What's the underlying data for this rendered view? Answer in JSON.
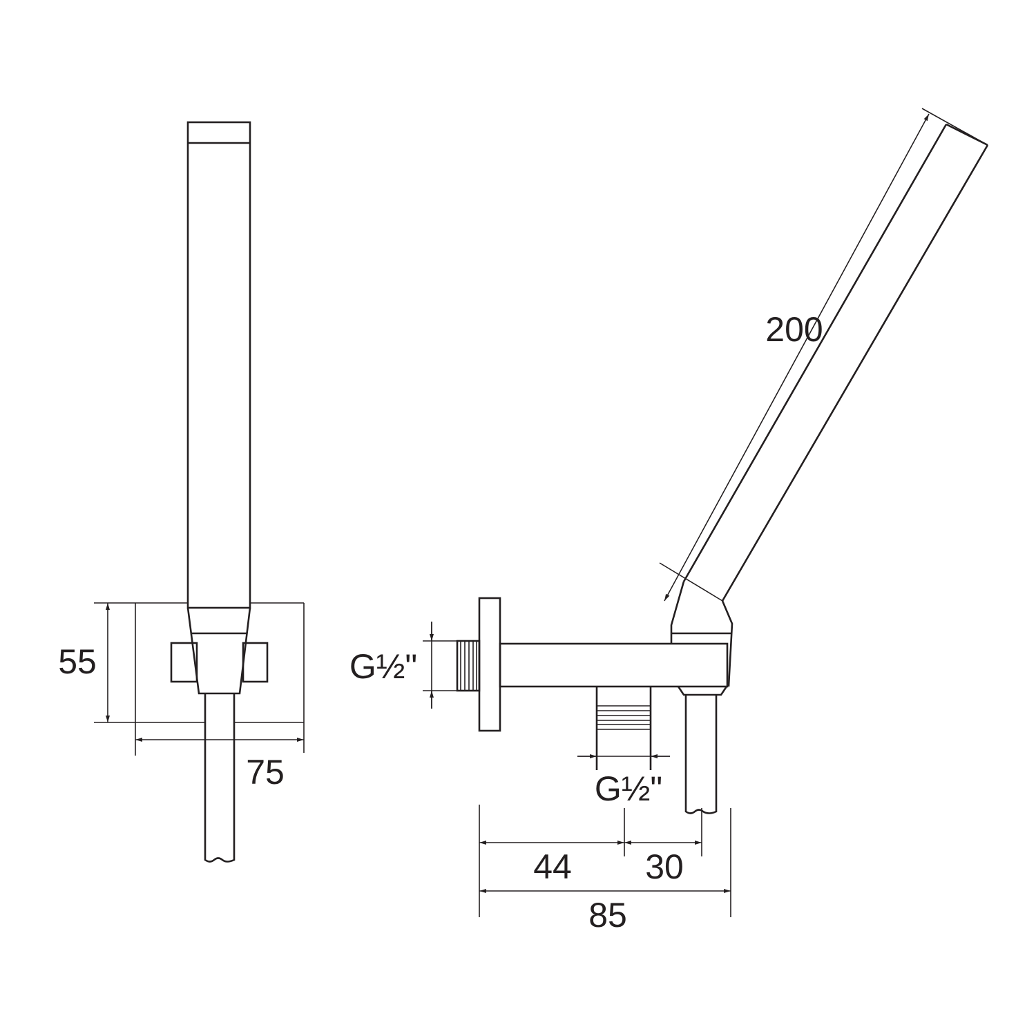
{
  "drawing": {
    "front_view": {
      "height_label": "55",
      "width_label": "75"
    },
    "side_view": {
      "handle_length_label": "200",
      "wall_thread_label": "G½\"",
      "outlet_thread_label": "G½\"",
      "dim_a_label": "44",
      "dim_b_label": "30",
      "total_depth_label": "85"
    },
    "line_color": "#231f20"
  }
}
